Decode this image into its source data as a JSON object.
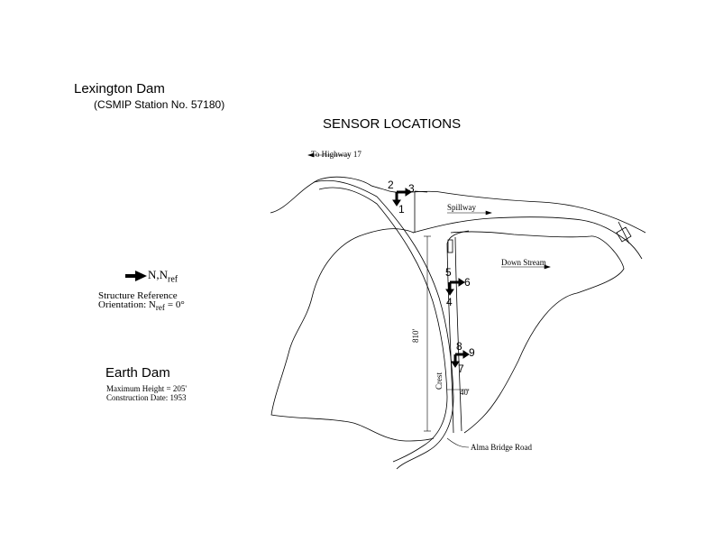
{
  "header": {
    "title": "Lexington Dam",
    "station": "(CSMIP Station No. 57180)",
    "section_title": "SENSOR LOCATIONS"
  },
  "reference": {
    "label": "N,N",
    "label_sub": "ref",
    "line1": "Structure Reference",
    "line2_prefix": "Orientation: N",
    "line2_sub": "ref",
    "line2_suffix": "= 0°"
  },
  "structure": {
    "name": "Earth Dam",
    "max_height": "Maximum Height = 205'",
    "construction_date": "Construction Date: 1953"
  },
  "map_labels": {
    "to_highway": "To Highway 17",
    "spillway": "Spillway",
    "down_stream": "Down Stream",
    "crest": "Crest",
    "length": "810'",
    "width": "40'",
    "alma_road": "Alma Bridge Road"
  },
  "sensors": {
    "s1": "1",
    "s2": "2",
    "s3": "3",
    "s4": "4",
    "s5": "5",
    "s6": "6",
    "s7": "7",
    "s8": "8",
    "s9": "9"
  }
}
